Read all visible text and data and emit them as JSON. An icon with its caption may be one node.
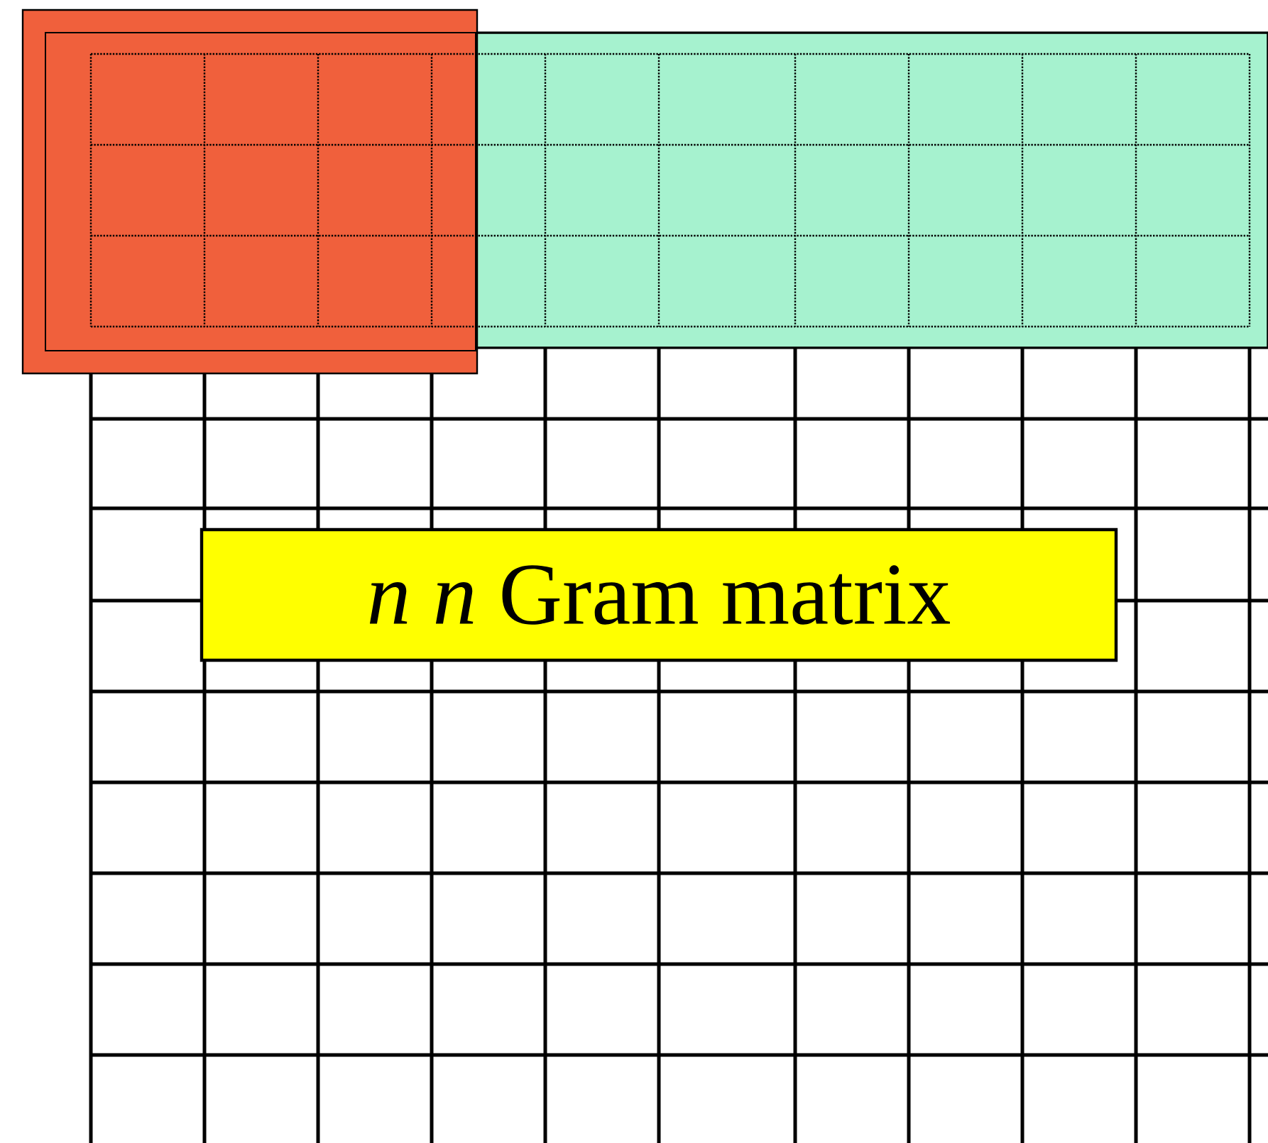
{
  "diagram": {
    "nodes": [
      {
        "text": [],
        "shape": "box"
      },
      {
        "text": [],
        "shape": "box"
      },
      {
        "text": [
          "*n* *n* Gram matrix"
        ]
      }
    ],
    "edges": []
  }
}
